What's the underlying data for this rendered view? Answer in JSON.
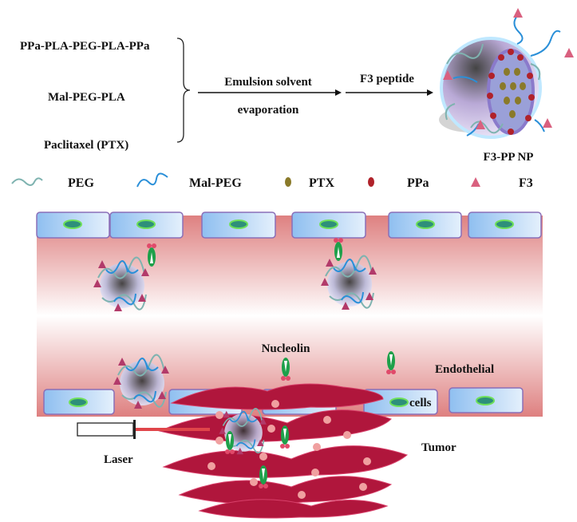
{
  "inputs": {
    "polymer1": "PPa-PLA-PEG-PLA-PPa",
    "polymer2": "Mal-PEG-PLA",
    "drug": "Paclitaxel (PTX)"
  },
  "steps": {
    "step1_line1": "Emulsion solvent",
    "step1_line2": "evaporation",
    "step2": "F3 peptide"
  },
  "product": {
    "label": "F3-PP NP"
  },
  "legend": [
    {
      "icon": "peg-chain-icon",
      "label": "PEG"
    },
    {
      "icon": "mal-peg-chain-icon",
      "label": "Mal-PEG"
    },
    {
      "icon": "ptx-particle-icon",
      "label": "PTX"
    },
    {
      "icon": "ppa-particle-icon",
      "label": "PPa"
    },
    {
      "icon": "f3-triangle-icon",
      "label": "F3"
    }
  ],
  "vessel": {
    "receptor_label": "Nucleolin",
    "cell_label_line1": "Endothelial",
    "cell_label_line2": "cells"
  },
  "tumor": {
    "label": "Tumor",
    "laser_label": "Laser"
  },
  "colors": {
    "peg": "#7fb3b0",
    "mal_peg": "#2a8fd8",
    "ptx": "#8a7a2a",
    "ppa": "#b0222a",
    "f3": "#d9607f",
    "vessel_edge": "#e08585",
    "endothelial": "#a9cff2",
    "tumor_cell": "#b0163c"
  }
}
